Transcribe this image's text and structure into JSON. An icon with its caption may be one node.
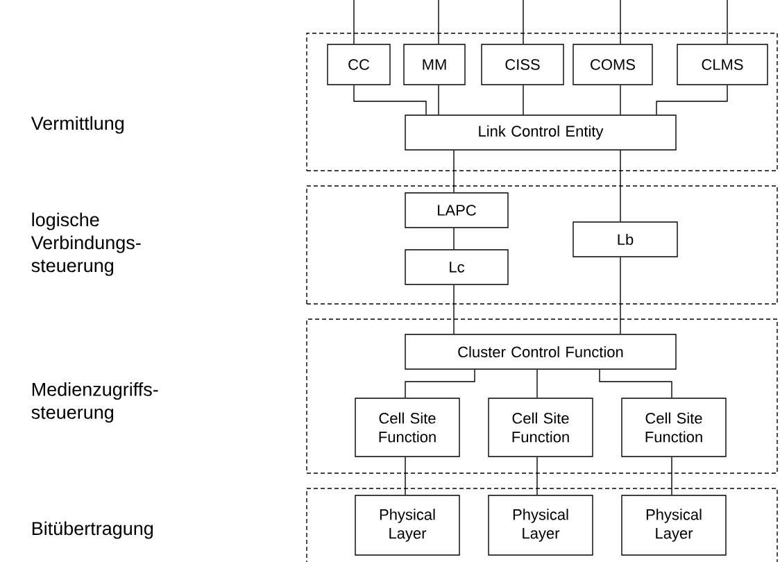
{
  "diagram": {
    "nodes": [
      {
        "text": [],
        "shape": "box"
      },
      {
        "text": [
          "CC"
        ],
        "in": 0
      },
      {
        "text": [
          "MM"
        ],
        "in": 0
      },
      {
        "text": [
          "CISS"
        ],
        "in": 0
      },
      {
        "text": [
          "COMS"
        ],
        "in": 0
      },
      {
        "text": [
          "CLMS"
        ],
        "in": 0
      },
      {
        "text": [
          "Link Control Entity"
        ],
        "in": 0
      },
      {
        "text": [],
        "shape": "box"
      },
      {
        "text": [
          "LAPC"
        ],
        "in": 7
      },
      {
        "text": [
          "Lc"
        ],
        "in": 7
      },
      {
        "text": [
          "Lb"
        ],
        "in": 7
      },
      {
        "text": [],
        "shape": "box"
      },
      {
        "text": [
          "Cluster Control Function"
        ],
        "in": 11
      },
      {
        "text": [
          "Cell Site Function"
        ],
        "in": 11
      },
      {
        "text": [
          "Cell Site Function"
        ],
        "in": 11
      },
      {
        "text": [
          "Cell Site Function"
        ],
        "in": 11
      },
      {
        "text": [],
        "shape": "box"
      },
      {
        "text": [
          "Physical Layer"
        ],
        "in": 16
      },
      {
        "text": [
          "Physical Layer"
        ],
        "in": 16
      },
      {
        "text": [
          "Physical Layer"
        ],
        "in": 16
      }
    ],
    "edges": [
      {
        "from": null,
        "to": 1,
        "arrow": "none"
      },
      {
        "from": null,
        "to": 2,
        "arrow": "none"
      },
      {
        "from": null,
        "to": 3,
        "arrow": "none"
      },
      {
        "from": null,
        "to": 4,
        "arrow": "none"
      },
      {
        "from": null,
        "to": 5,
        "arrow": "none"
      },
      {
        "from": 1,
        "to": 6,
        "arrow": "none"
      },
      {
        "from": 2,
        "to": 6,
        "arrow": "none"
      },
      {
        "from": 3,
        "to": 6,
        "arrow": "none"
      },
      {
        "from": 4,
        "to": 6,
        "arrow": "none"
      },
      {
        "from": 5,
        "to": 6,
        "arrow": "none"
      },
      {
        "from": 6,
        "to": 8,
        "arrow": "none"
      },
      {
        "from": 6,
        "to": 10,
        "arrow": "none"
      },
      {
        "from": 8,
        "to": 9,
        "arrow": "none"
      },
      {
        "from": 9,
        "to": 12,
        "arrow": "none"
      },
      {
        "from": 10,
        "to": 12,
        "arrow": "none"
      },
      {
        "from": 12,
        "to": 13,
        "arrow": "none"
      },
      {
        "from": 12,
        "to": 14,
        "arrow": "none"
      },
      {
        "from": 12,
        "to": 15,
        "arrow": "none"
      },
      {
        "from": 13,
        "to": 17,
        "arrow": "none"
      },
      {
        "from": 14,
        "to": 18,
        "arrow": "none"
      },
      {
        "from": 15,
        "to": 19,
        "arrow": "none"
      }
    ],
    "labels": [
      "Vermittlung",
      "logische Verbindungs-steuerung",
      "Medienzugriffs-steuerung",
      "Bitübertragung"
    ]
  }
}
